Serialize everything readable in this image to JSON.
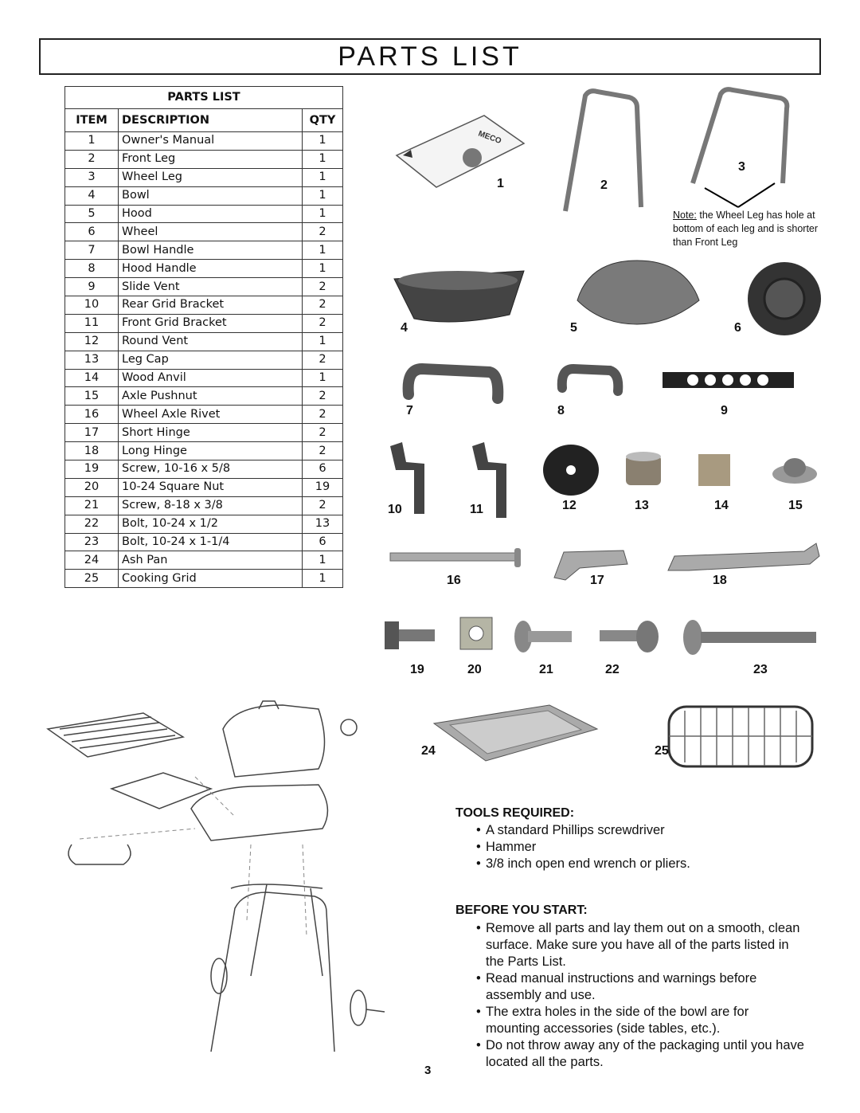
{
  "header": {
    "title": "PARTS LIST"
  },
  "parts_table": {
    "title": "PARTS LIST",
    "columns": [
      "ITEM",
      "DESCRIPTION",
      "QTY"
    ],
    "rows": [
      [
        "1",
        "Owner's Manual",
        "1"
      ],
      [
        "2",
        "Front Leg",
        "1"
      ],
      [
        "3",
        "Wheel Leg",
        "1"
      ],
      [
        "4",
        "Bowl",
        "1"
      ],
      [
        "5",
        "Hood",
        "1"
      ],
      [
        "6",
        "Wheel",
        "2"
      ],
      [
        "7",
        "Bowl Handle",
        "1"
      ],
      [
        "8",
        "Hood Handle",
        "1"
      ],
      [
        "9",
        "Slide Vent",
        "2"
      ],
      [
        "10",
        "Rear Grid Bracket",
        "2"
      ],
      [
        "11",
        "Front Grid Bracket",
        "2"
      ],
      [
        "12",
        "Round Vent",
        "1"
      ],
      [
        "13",
        "Leg Cap",
        "2"
      ],
      [
        "14",
        "Wood Anvil",
        "1"
      ],
      [
        "15",
        "Axle Pushnut",
        "2"
      ],
      [
        "16",
        "Wheel Axle Rivet",
        "2"
      ],
      [
        "17",
        "Short Hinge",
        "2"
      ],
      [
        "18",
        "Long Hinge",
        "2"
      ],
      [
        "19",
        "Screw, 10-16 x 5/8",
        "6"
      ],
      [
        "20",
        "10-24 Square Nut",
        "19"
      ],
      [
        "21",
        "Screw, 8-18 x 3/8",
        "2"
      ],
      [
        "22",
        "Bolt, 10-24 x 1/2",
        "13"
      ],
      [
        "23",
        "Bolt, 10-24 x 1-1/4",
        "6"
      ],
      [
        "24",
        "Ash Pan",
        "1"
      ],
      [
        "25",
        "Cooking Grid",
        "1"
      ]
    ]
  },
  "part_labels": [
    "1",
    "2",
    "3",
    "4",
    "5",
    "6",
    "7",
    "8",
    "9",
    "10",
    "11",
    "12",
    "13",
    "14",
    "15",
    "16",
    "17",
    "18",
    "19",
    "20",
    "21",
    "22",
    "23",
    "24",
    "25"
  ],
  "manual_brand": "MECO",
  "note": {
    "prefix": "Note:",
    "text": " the Wheel Leg has hole at bottom of each leg and is shorter than Front Leg"
  },
  "tools": {
    "heading": "TOOLS REQUIRED:",
    "items": [
      "A standard Phillips screwdriver",
      "Hammer",
      "3/8 inch open end wrench or pliers."
    ]
  },
  "before": {
    "heading": "BEFORE YOU START:",
    "items": [
      "Remove all parts and lay them out on a smooth, clean surface. Make sure you have all of the parts listed in the Parts List.",
      "Read manual instructions and warnings before assembly and use.",
      "The extra holes in the side of the bowl are for mounting accessories (side tables, etc.).",
      "Do not throw away any of the packaging until you have located all the parts."
    ]
  },
  "page_number": "3"
}
